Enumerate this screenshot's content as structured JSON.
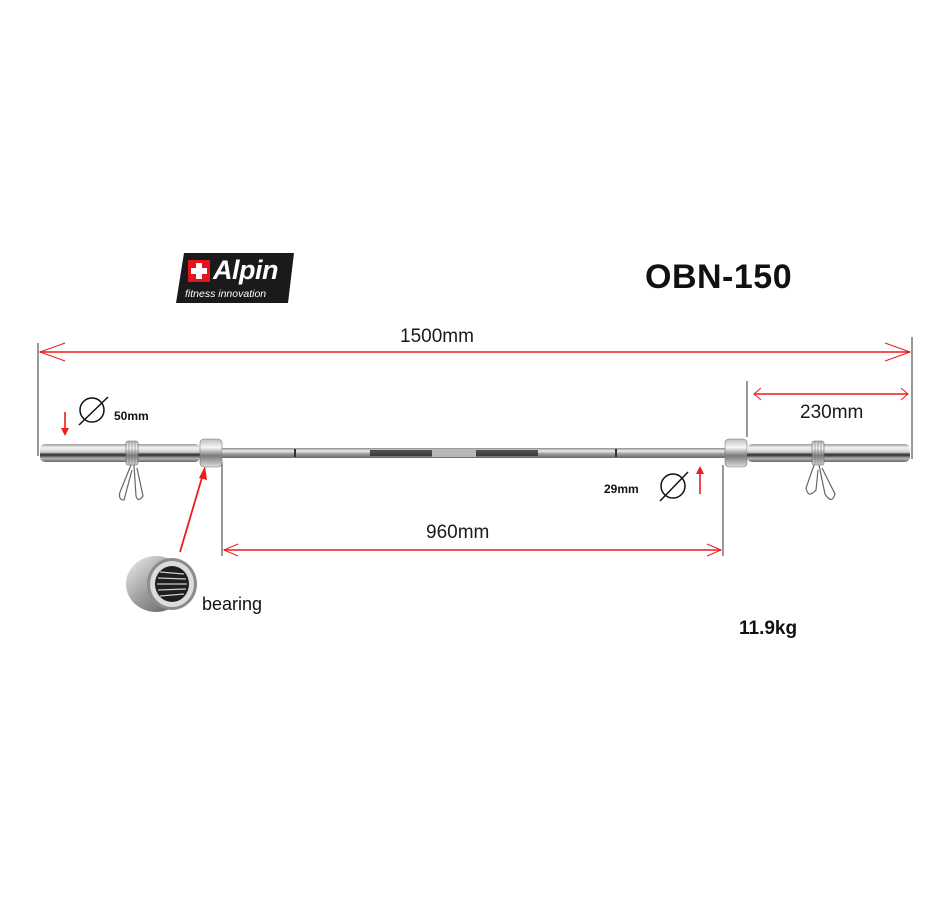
{
  "brand": {
    "name": "Alpin",
    "tagline": "fitness innovation",
    "flag_color": "#e4141b",
    "badge_color": "#1a1a1a"
  },
  "product": {
    "model": "OBN-150",
    "weight": "11.9kg"
  },
  "dimensions": {
    "total_length": "1500mm",
    "sleeve_length": "230mm",
    "grip_length": "960mm",
    "sleeve_diameter": "50mm",
    "shaft_diameter": "29mm"
  },
  "labels": {
    "bearing": "bearing"
  },
  "colors": {
    "arrow": "#ee1c1c",
    "guide_line": "#333333",
    "chrome_light": "#f2f2f2",
    "chrome_dark": "#5a5a5a"
  }
}
